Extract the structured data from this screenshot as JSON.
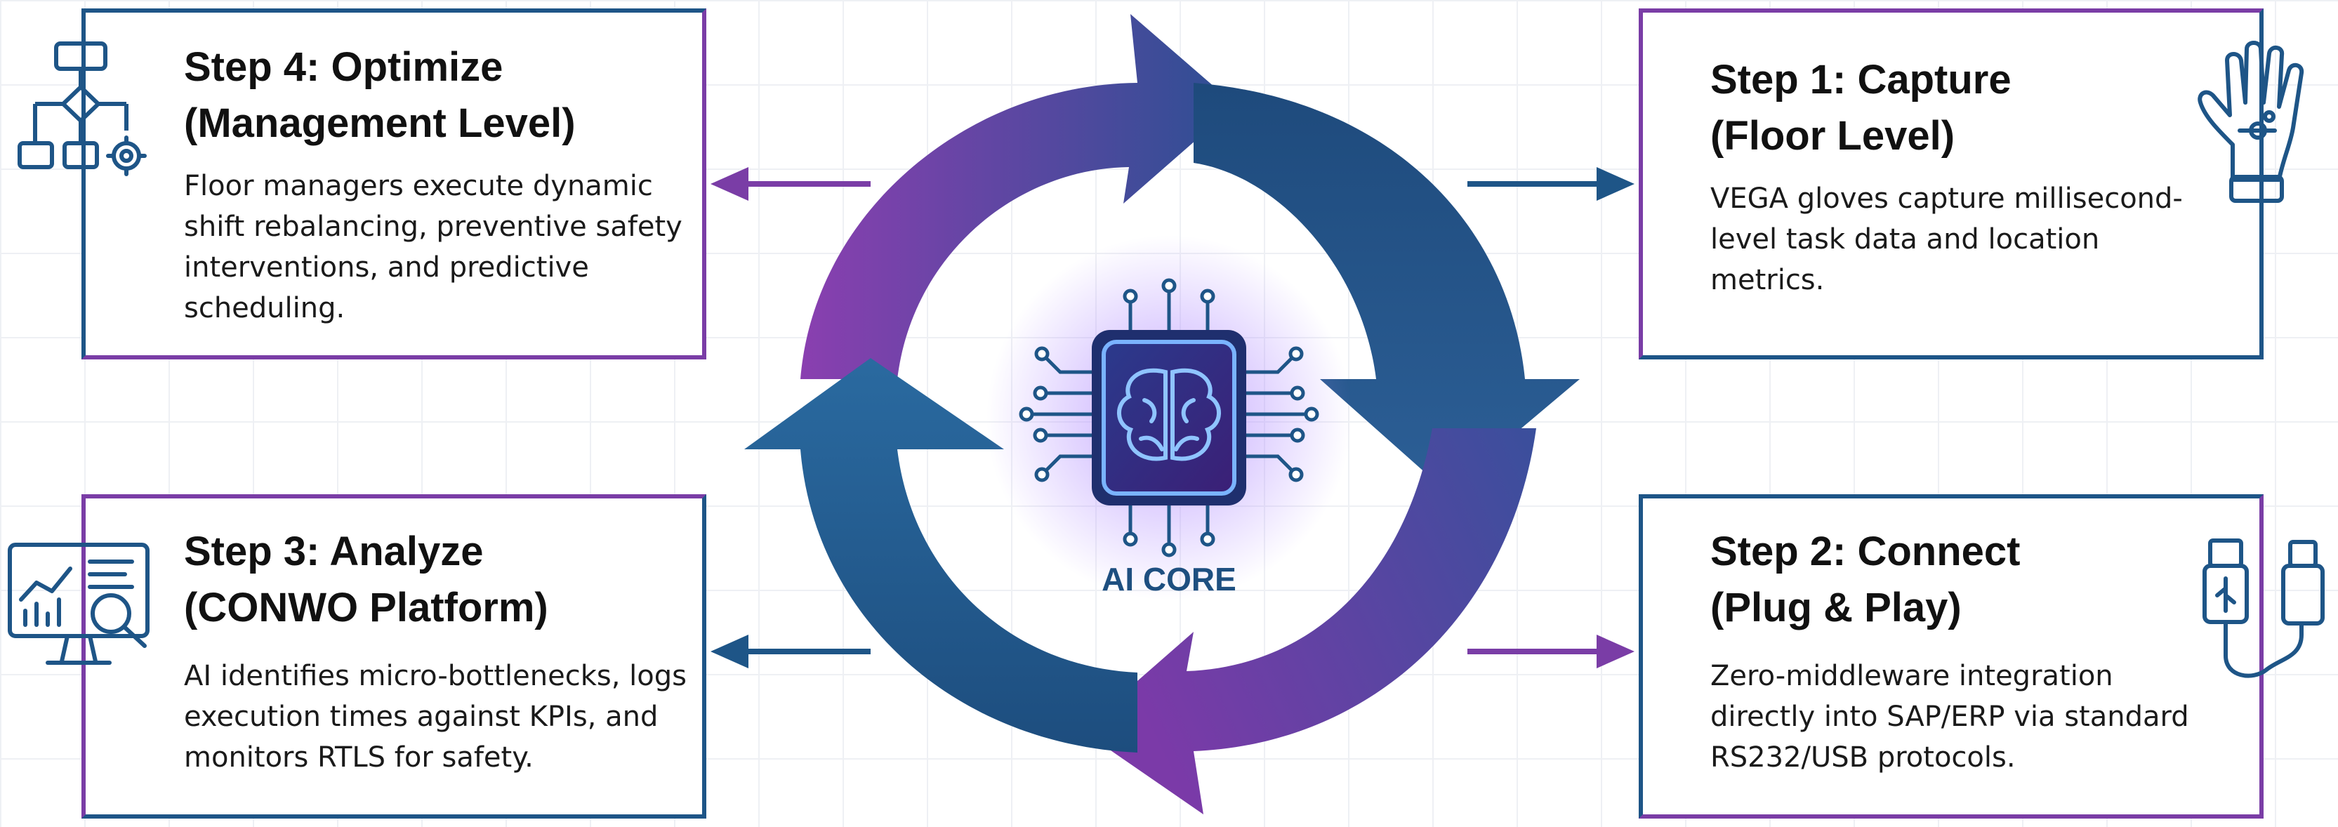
{
  "steps": {
    "optimize": {
      "title_line1": "Step 4: Optimize",
      "title_line2": "(Management Level)",
      "body": "Floor managers execute dynamic shift rebalancing, preventive safety interventions, and predictive scheduling.",
      "icon": "flowchart-gear-icon"
    },
    "capture": {
      "title_line1": "Step 1: Capture",
      "title_line2": "(Floor Level)",
      "body": "VEGA gloves capture millisecond-level task data and location metrics.",
      "icon": "smart-glove-icon"
    },
    "analyze": {
      "title_line1": "Step 3: Analyze",
      "title_line2": "(CONWO Platform)",
      "body": "AI identifies micro-bottlenecks, logs execution times against KPIs, and monitors RTLS for safety.",
      "icon": "analytics-monitor-icon"
    },
    "connect": {
      "title_line1": "Step 2: Connect",
      "title_line2": "(Plug & Play)",
      "body": "Zero-middleware integration directly into SAP/ERP via standard RS232/USB protocols.",
      "icon": "usb-cable-icon"
    }
  },
  "core": {
    "label": "AI CORE",
    "icon": "brain-chip-icon"
  },
  "colors": {
    "blue": "#1e5587",
    "purple": "#7a3da6",
    "core_glow": "#b98cff"
  }
}
